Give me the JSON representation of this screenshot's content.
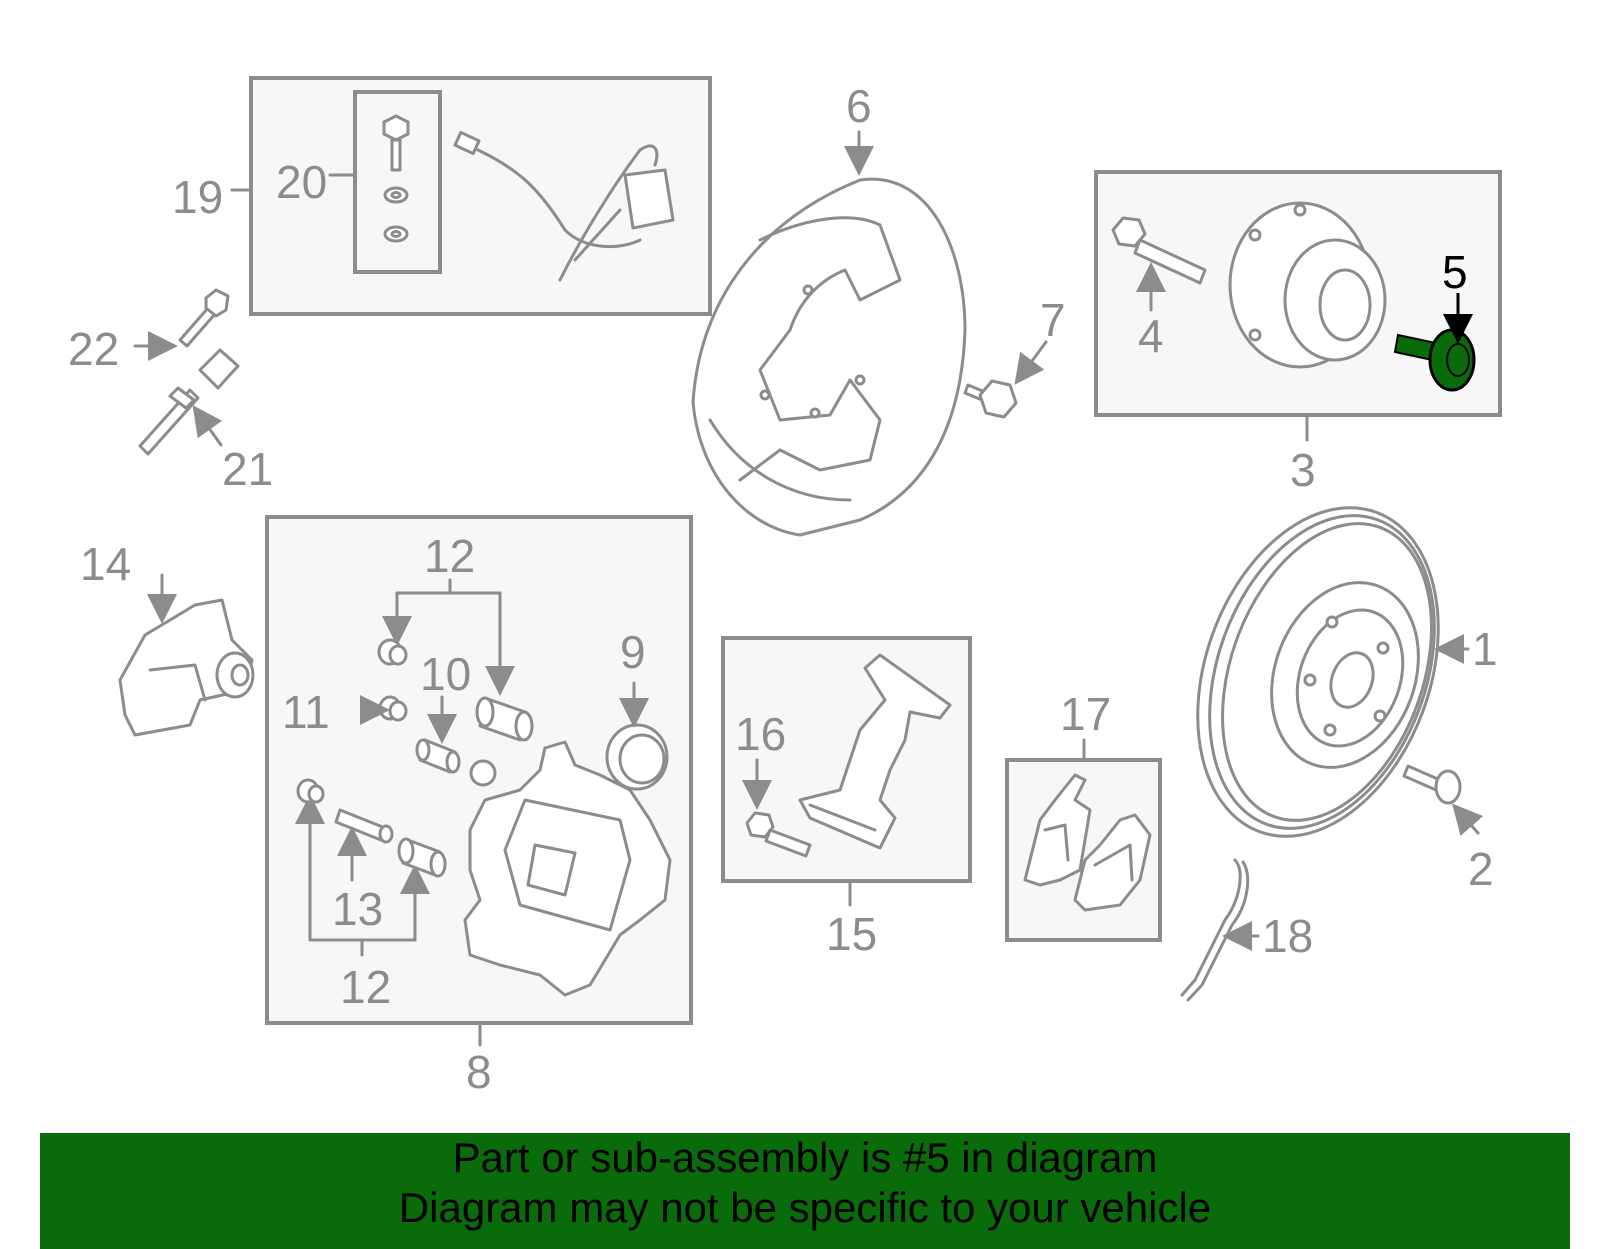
{
  "labels": {
    "n1": "1",
    "n2": "2",
    "n3": "3",
    "n4": "4",
    "n5": "5",
    "n6": "6",
    "n7": "7",
    "n8": "8",
    "n9": "9",
    "n10": "10",
    "n11": "11",
    "n12a": "12",
    "n12b": "12",
    "n13": "13",
    "n14": "14",
    "n15": "15",
    "n16": "16",
    "n17": "17",
    "n18": "18",
    "n19": "19",
    "n20": "20",
    "n21": "21",
    "n22": "22"
  },
  "highlight": {
    "part_number": "5",
    "color": "#0a6b0a"
  },
  "banner": {
    "line1": "Part or sub-assembly is #5 in diagram",
    "line2": "Diagram may not be specific to your vehicle",
    "background": "#0a6b0a"
  },
  "colors": {
    "line": "#8c8c8c",
    "box_fill": "#f7f7f7",
    "highlight_part": "#0a6b0a"
  }
}
